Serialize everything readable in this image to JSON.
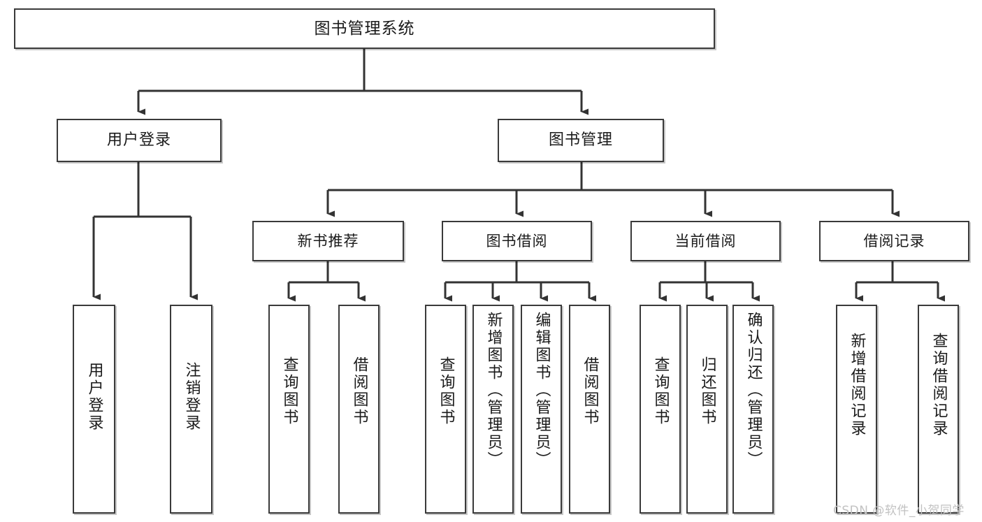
{
  "diagram": {
    "title": "图书管理系统",
    "type": "tree-hierarchy",
    "watermark": "CSDN @软件_小贺同学",
    "colors": {
      "box_border": "#3a3a3a",
      "box_fill": "#ffffff",
      "connector": "#333333",
      "text": "#1a1a1a",
      "watermark": "#c2c2c2",
      "background": "#ffffff"
    },
    "nodes": {
      "root": {
        "label": "图书管理系统",
        "level": 1,
        "orientation": "horizontal"
      },
      "user_login": {
        "label": "用户登录",
        "level": 2,
        "orientation": "horizontal"
      },
      "book_manage": {
        "label": "图书管理",
        "level": 2,
        "orientation": "horizontal"
      },
      "new_book_rec": {
        "label": "新书推荐",
        "level": 3,
        "orientation": "horizontal"
      },
      "book_borrow": {
        "label": "图书借阅",
        "level": 3,
        "orientation": "horizontal"
      },
      "current_borrow": {
        "label": "当前借阅",
        "level": 3,
        "orientation": "horizontal"
      },
      "borrow_record": {
        "label": "借阅记录",
        "level": 3,
        "orientation": "horizontal"
      },
      "leaf_user_login": {
        "label": "用户登录",
        "level": 4,
        "orientation": "vertical"
      },
      "leaf_logout": {
        "label": "注销登录",
        "level": 4,
        "orientation": "vertical"
      },
      "leaf_query_book_1": {
        "label": "查询图书",
        "level": 4,
        "orientation": "vertical"
      },
      "leaf_borrow_book_1": {
        "label": "借阅图书",
        "level": 4,
        "orientation": "vertical"
      },
      "leaf_query_book_2": {
        "label": "查询图书",
        "level": 4,
        "orientation": "vertical"
      },
      "leaf_add_book": {
        "label": "新增图书（管理员）",
        "level": 4,
        "orientation": "vertical"
      },
      "leaf_edit_book": {
        "label": "编辑图书（管理员）",
        "level": 4,
        "orientation": "vertical"
      },
      "leaf_borrow_book_2": {
        "label": "借阅图书",
        "level": 4,
        "orientation": "vertical"
      },
      "leaf_query_book_3": {
        "label": "查询图书",
        "level": 4,
        "orientation": "vertical"
      },
      "leaf_return_book": {
        "label": "归还图书",
        "level": 4,
        "orientation": "vertical"
      },
      "leaf_confirm_return": {
        "label": "确认归还（管理员）",
        "level": 4,
        "orientation": "vertical"
      },
      "leaf_add_record": {
        "label": "新增借阅记录",
        "level": 4,
        "orientation": "vertical"
      },
      "leaf_query_record": {
        "label": "查询借阅记录",
        "level": 4,
        "orientation": "vertical"
      }
    },
    "edges": [
      {
        "from": "root",
        "to": "user_login"
      },
      {
        "from": "root",
        "to": "book_manage"
      },
      {
        "from": "user_login",
        "to": "leaf_user_login"
      },
      {
        "from": "user_login",
        "to": "leaf_logout"
      },
      {
        "from": "book_manage",
        "to": "new_book_rec"
      },
      {
        "from": "book_manage",
        "to": "book_borrow"
      },
      {
        "from": "book_manage",
        "to": "current_borrow"
      },
      {
        "from": "book_manage",
        "to": "borrow_record"
      },
      {
        "from": "new_book_rec",
        "to": "leaf_query_book_1"
      },
      {
        "from": "new_book_rec",
        "to": "leaf_borrow_book_1"
      },
      {
        "from": "book_borrow",
        "to": "leaf_query_book_2"
      },
      {
        "from": "book_borrow",
        "to": "leaf_add_book"
      },
      {
        "from": "book_borrow",
        "to": "leaf_edit_book"
      },
      {
        "from": "book_borrow",
        "to": "leaf_borrow_book_2"
      },
      {
        "from": "current_borrow",
        "to": "leaf_query_book_3"
      },
      {
        "from": "current_borrow",
        "to": "leaf_return_book"
      },
      {
        "from": "current_borrow",
        "to": "leaf_confirm_return"
      },
      {
        "from": "borrow_record",
        "to": "leaf_add_record"
      },
      {
        "from": "borrow_record",
        "to": "leaf_query_record"
      }
    ]
  }
}
